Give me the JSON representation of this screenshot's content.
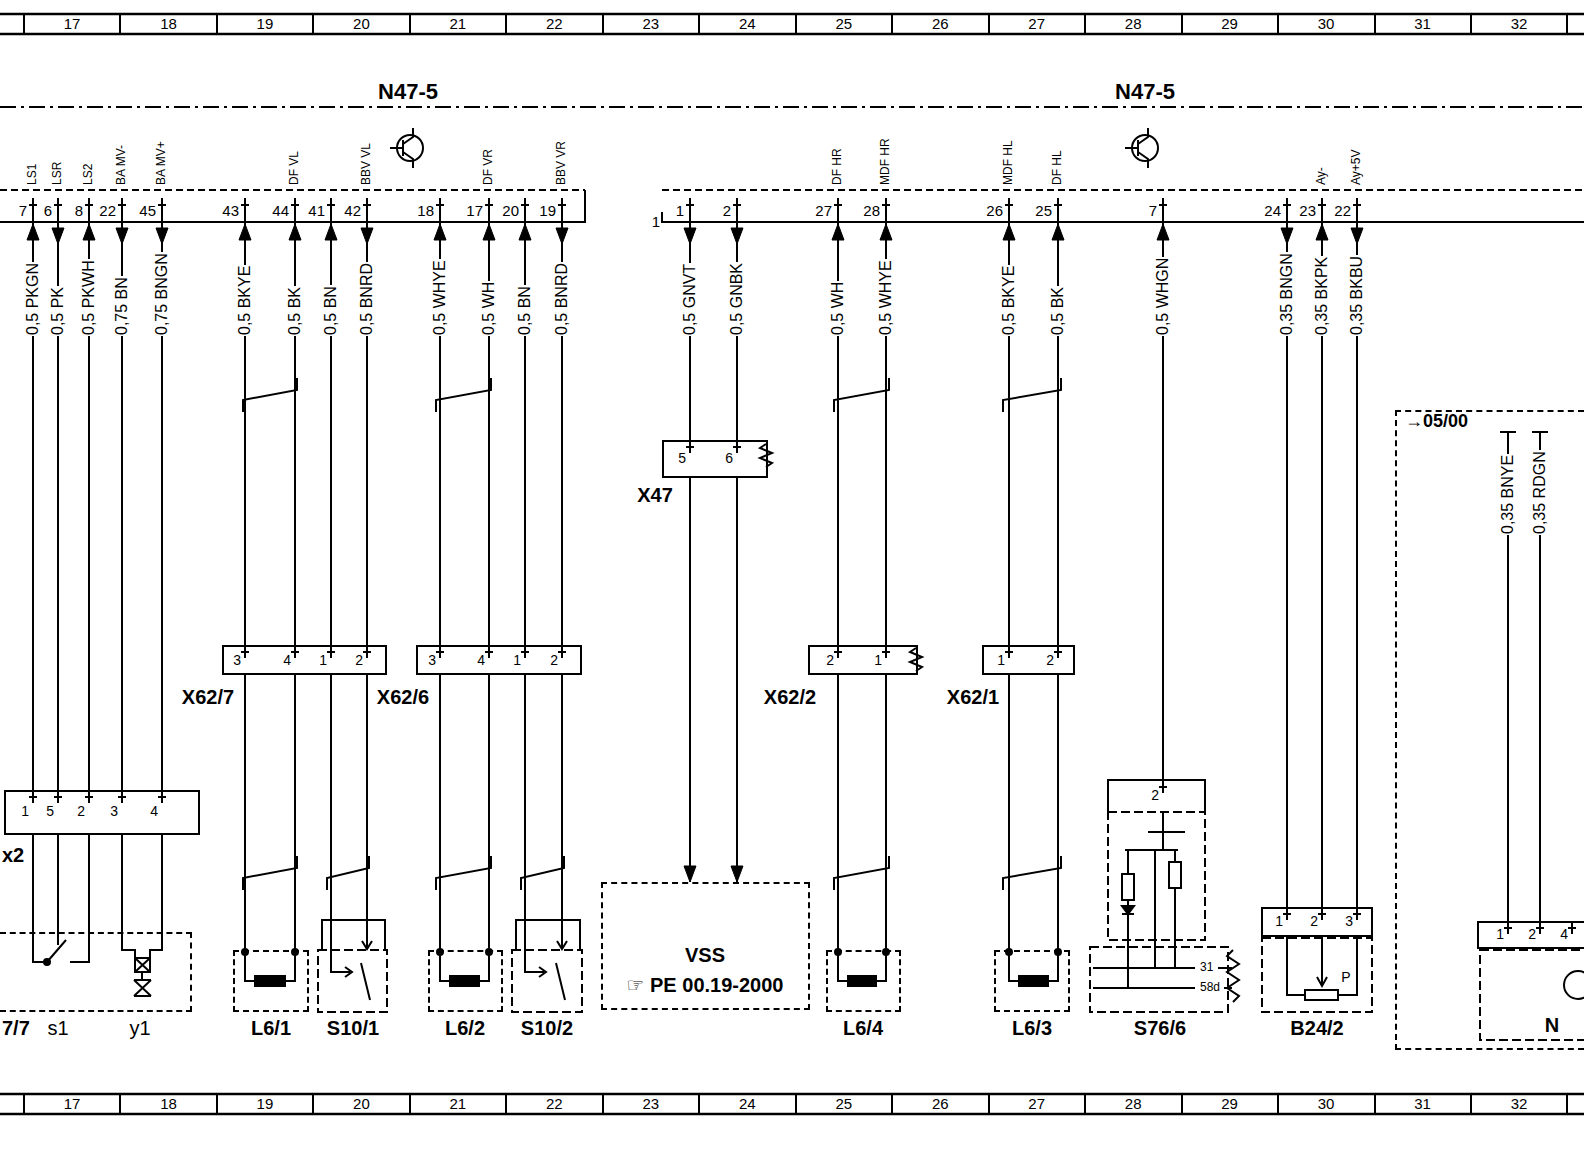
{
  "diagram": {
    "nodes": [
      {
        "text": [
          "N47-5",
          "N47-5"
        ]
      },
      {
        "text": [
          "x2"
        ]
      },
      {
        "text": [
          "X62/7"
        ]
      },
      {
        "text": [
          "X62/6"
        ]
      },
      {
        "text": [
          "X47"
        ]
      },
      {
        "text": [
          "X62/2"
        ]
      },
      {
        "text": [
          "X62/1"
        ]
      },
      {
        "text": [
          "7/7"
        ]
      },
      {
        "text": [
          "L6/1"
        ]
      },
      {
        "text": [
          "S10/1"
        ]
      },
      {
        "text": [
          "L6/2"
        ]
      },
      {
        "text": [
          "S10/2"
        ]
      },
      {
        "text": [
          "VSS",
          "☞ PE 00.19-2000"
        ]
      },
      {
        "text": [
          "L6/4"
        ]
      },
      {
        "text": [
          "L6/3"
        ]
      },
      {
        "text": [
          "S76/6"
        ]
      },
      {
        "text": [
          "B24/2"
        ]
      },
      {
        "text": [
          "→05/00"
        ]
      },
      {
        "text": [
          "N"
        ],
        "in": 17
      }
    ],
    "edges": [
      {
        "from": 1,
        "to": 0,
        "arrow": "to",
        "label": "0,5 PKGN"
      },
      {
        "from": 1,
        "to": 0,
        "arrow": "to",
        "label": "0,5 PK"
      },
      {
        "from": 1,
        "to": 0,
        "arrow": "to",
        "label": "0,5 PKWH"
      },
      {
        "from": 1,
        "to": 0,
        "arrow": "to",
        "label": "0,75 BN"
      },
      {
        "from": 1,
        "to": 0,
        "arrow": "to",
        "label": "0,75 BNGN"
      },
      {
        "from": 2,
        "to": 0,
        "arrow": "to",
        "label": "0,5 BKYE"
      },
      {
        "from": 2,
        "to": 0,
        "arrow": "to",
        "label": "0,5 BK"
      },
      {
        "from": 2,
        "to": 0,
        "arrow": "to",
        "label": "0,5 BN"
      },
      {
        "from": 2,
        "to": 0,
        "arrow": "to",
        "label": "0,5 BNRD"
      },
      {
        "from": 3,
        "to": 0,
        "arrow": "to",
        "label": "0,5 WHYE"
      },
      {
        "from": 3,
        "to": 0,
        "arrow": "to",
        "label": "0,5 WH"
      },
      {
        "from": 3,
        "to": 0,
        "arrow": "to",
        "label": "0,5 BN"
      },
      {
        "from": 3,
        "to": 0,
        "arrow": "to",
        "label": "0,5 BNRD"
      },
      {
        "from": 4,
        "to": 0,
        "arrow": "to",
        "label": "0,5 GNVT"
      },
      {
        "from": 4,
        "to": 0,
        "arrow": "to",
        "label": "0,5 GNBK"
      },
      {
        "from": 5,
        "to": 0,
        "arrow": "to",
        "label": "0,5 WH"
      },
      {
        "from": 5,
        "to": 0,
        "arrow": "to",
        "label": "0,5 WHYE"
      },
      {
        "from": 6,
        "to": 0,
        "arrow": "to",
        "label": "0,5 BKYE"
      },
      {
        "from": 6,
        "to": 0,
        "arrow": "to",
        "label": "0,5 BK"
      },
      {
        "from": 15,
        "to": 0,
        "arrow": "to",
        "label": "0,5 WHGN"
      },
      {
        "from": 16,
        "to": 0,
        "arrow": "to",
        "label": "0,35 BNGN"
      },
      {
        "from": 16,
        "to": 0,
        "arrow": "to",
        "label": "0,35 BKPK"
      },
      {
        "from": 16,
        "to": 0,
        "arrow": "to",
        "label": "0,35 BKBU"
      },
      {
        "from": 1,
        "to": 7,
        "arrow": "none"
      },
      {
        "from": 1,
        "to": 7,
        "arrow": "none"
      },
      {
        "from": 1,
        "to": 7,
        "arrow": "none"
      },
      {
        "from": 1,
        "to": 7,
        "arrow": "none"
      },
      {
        "from": 1,
        "to": 7,
        "arrow": "none"
      },
      {
        "from": 2,
        "to": 8,
        "arrow": "none"
      },
      {
        "from": 2,
        "to": 8,
        "arrow": "none"
      },
      {
        "from": 2,
        "to": 9,
        "arrow": "none"
      },
      {
        "from": 2,
        "to": 9,
        "arrow": "none"
      },
      {
        "from": 3,
        "to": 10,
        "arrow": "none"
      },
      {
        "from": 3,
        "to": 10,
        "arrow": "none"
      },
      {
        "from": 3,
        "to": 11,
        "arrow": "none"
      },
      {
        "from": 3,
        "to": 11,
        "arrow": "none"
      },
      {
        "from": 4,
        "to": 12,
        "arrow": "to"
      },
      {
        "from": 4,
        "to": 12,
        "arrow": "to"
      },
      {
        "from": 5,
        "to": 13,
        "arrow": "none"
      },
      {
        "from": 5,
        "to": 13,
        "arrow": "none"
      },
      {
        "from": 6,
        "to": 14,
        "arrow": "none"
      },
      {
        "from": 6,
        "to": 14,
        "arrow": "none"
      }
    ],
    "labels": [
      "17",
      "18",
      "19",
      "20",
      "21",
      "22",
      "23",
      "24",
      "25",
      "26",
      "27",
      "28",
      "29",
      "30",
      "31",
      "32",
      "17",
      "18",
      "19",
      "20",
      "21",
      "22",
      "23",
      "24",
      "25",
      "26",
      "27",
      "28",
      "29",
      "30",
      "31",
      "32",
      "7",
      "6",
      "8",
      "22",
      "45",
      "43",
      "44",
      "41",
      "42",
      "18",
      "17",
      "20",
      "19",
      "1",
      "2",
      "27",
      "28",
      "26",
      "25",
      "7",
      "24",
      "23",
      "22",
      "1",
      "LS1",
      "LSR",
      "LS2",
      "BA MV-",
      "BA MV+",
      "DF VL",
      "BBV VL",
      "DF VR",
      "BBV VR",
      "DF HR",
      "MDF HR",
      "MDF HL",
      "DF HL",
      "Ay-",
      "Ay+5V",
      "1",
      "5",
      "2",
      "3",
      "4",
      "3",
      "4",
      "1",
      "2",
      "3",
      "4",
      "1",
      "2",
      "5",
      "6",
      "2",
      "1",
      "1",
      "2",
      "2",
      "1",
      "2",
      "3",
      "1",
      "2",
      "4",
      "s1",
      "y1",
      "31",
      "58d",
      "P",
      "0,35 BNYE",
      "0,35 RDGN"
    ]
  }
}
